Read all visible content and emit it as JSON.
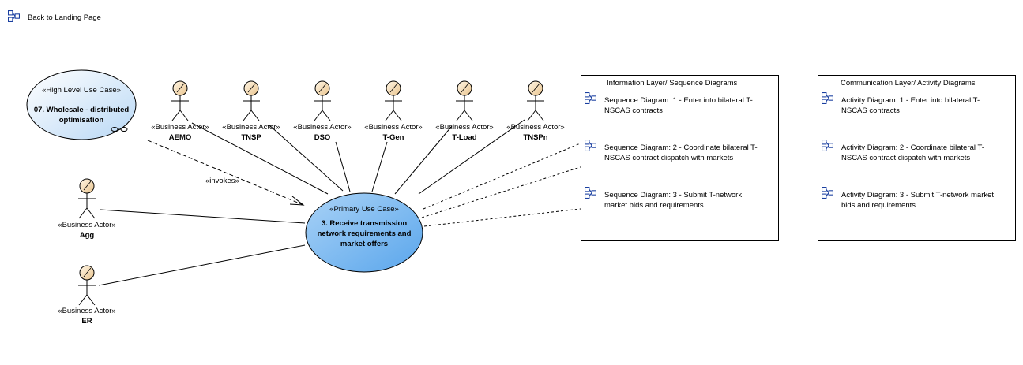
{
  "nav": {
    "back_label": "Back to Landing Page"
  },
  "high_level_use_case": {
    "stereotype": "«High Level Use Case»",
    "title_line1": "07. Wholesale - distributed",
    "title_line2": "optimisation"
  },
  "primary_use_case": {
    "stereotype": "«Primary Use Case»",
    "title_line1": "3. Receive transmission",
    "title_line2": "network requirements and",
    "title_line3": "market offers"
  },
  "invokes_label": "«invokes»",
  "actor_stereotype": "«Business Actor»",
  "actors": {
    "aemo": "AEMO",
    "tnsp": "TNSP",
    "dso": "DSO",
    "tgen": "T-Gen",
    "tload": "T-Load",
    "tnspn": "TNSPn",
    "agg": "Agg",
    "er": "ER"
  },
  "information_layer": {
    "title": "Information Layer/ Sequence Diagrams",
    "items": [
      {
        "line1": "Sequence Diagram: 1 - Enter into bilateral T-",
        "line2": "NSCAS contracts"
      },
      {
        "line1": "Sequence Diagram: 2 - Coordinate bilateral T-",
        "line2": "NSCAS contract dispatch with markets"
      },
      {
        "line1": "Sequence Diagram: 3 - Submit T-network",
        "line2": "market bids and requirements"
      }
    ]
  },
  "communication_layer": {
    "title": "Communication Layer/ Activity Diagrams",
    "items": [
      {
        "line1": "Activity Diagram: 1 - Enter into bilateral T-",
        "line2": "NSCAS contracts"
      },
      {
        "line1": "Activity Diagram: 2 - Coordinate bilateral T-",
        "line2": "NSCAS contract dispatch with markets"
      },
      {
        "line1": "Activity Diagram: 3 - Submit T-network market",
        "line2": "bids and requirements"
      }
    ]
  },
  "colors": {
    "actor_head": "#f5deb3",
    "usecase_light": "#dcecfb",
    "usecase_primary": "#7ab8ee",
    "icon_blue": "#1a3fa0"
  }
}
